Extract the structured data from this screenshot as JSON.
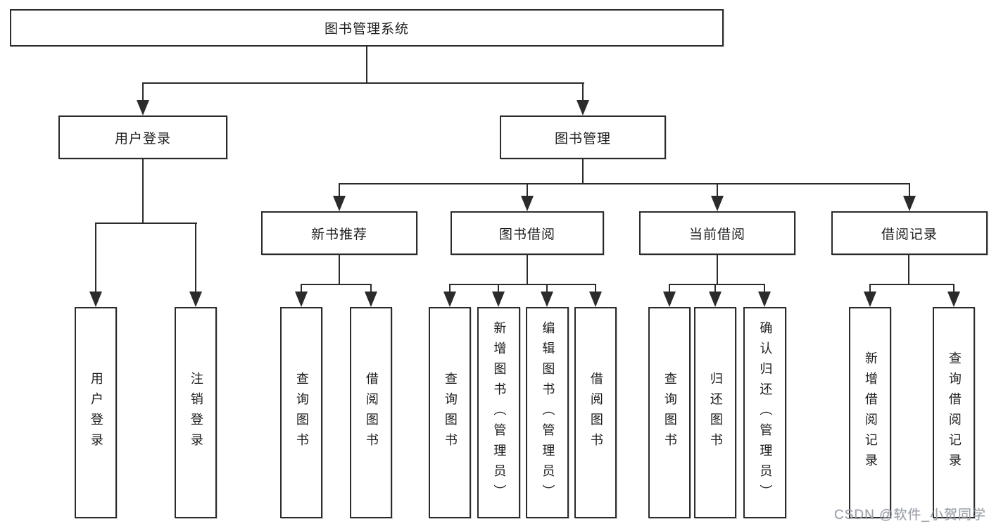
{
  "colors": {
    "line": "#2b2b2b",
    "box_border": "#2b2b2b",
    "text": "#1d1d1d",
    "watermark_text": "#9ba0a8",
    "background": "#ffffff"
  },
  "watermark": "CSDN @软件_小贺同学",
  "tree": {
    "root": {
      "label": "图书管理系统"
    },
    "branches": [
      {
        "label": "用户登录",
        "children": [
          {
            "label": "用户登录"
          },
          {
            "label": "注销登录"
          }
        ]
      },
      {
        "label": "图书管理",
        "children": [
          {
            "label": "新书推荐",
            "children": [
              {
                "label": "查询图书"
              },
              {
                "label": "借阅图书"
              }
            ]
          },
          {
            "label": "图书借阅",
            "children": [
              {
                "label": "查询图书"
              },
              {
                "label": "新增图书（管理员）"
              },
              {
                "label": "编辑图书（管理员）"
              },
              {
                "label": "借阅图书"
              }
            ]
          },
          {
            "label": "当前借阅",
            "children": [
              {
                "label": "查询图书"
              },
              {
                "label": "归还图书"
              },
              {
                "label": "确认归还（管理员）"
              }
            ]
          },
          {
            "label": "借阅记录",
            "children": [
              {
                "label": "新增借阅记录"
              },
              {
                "label": "查询借阅记录"
              }
            ]
          }
        ]
      }
    ]
  }
}
